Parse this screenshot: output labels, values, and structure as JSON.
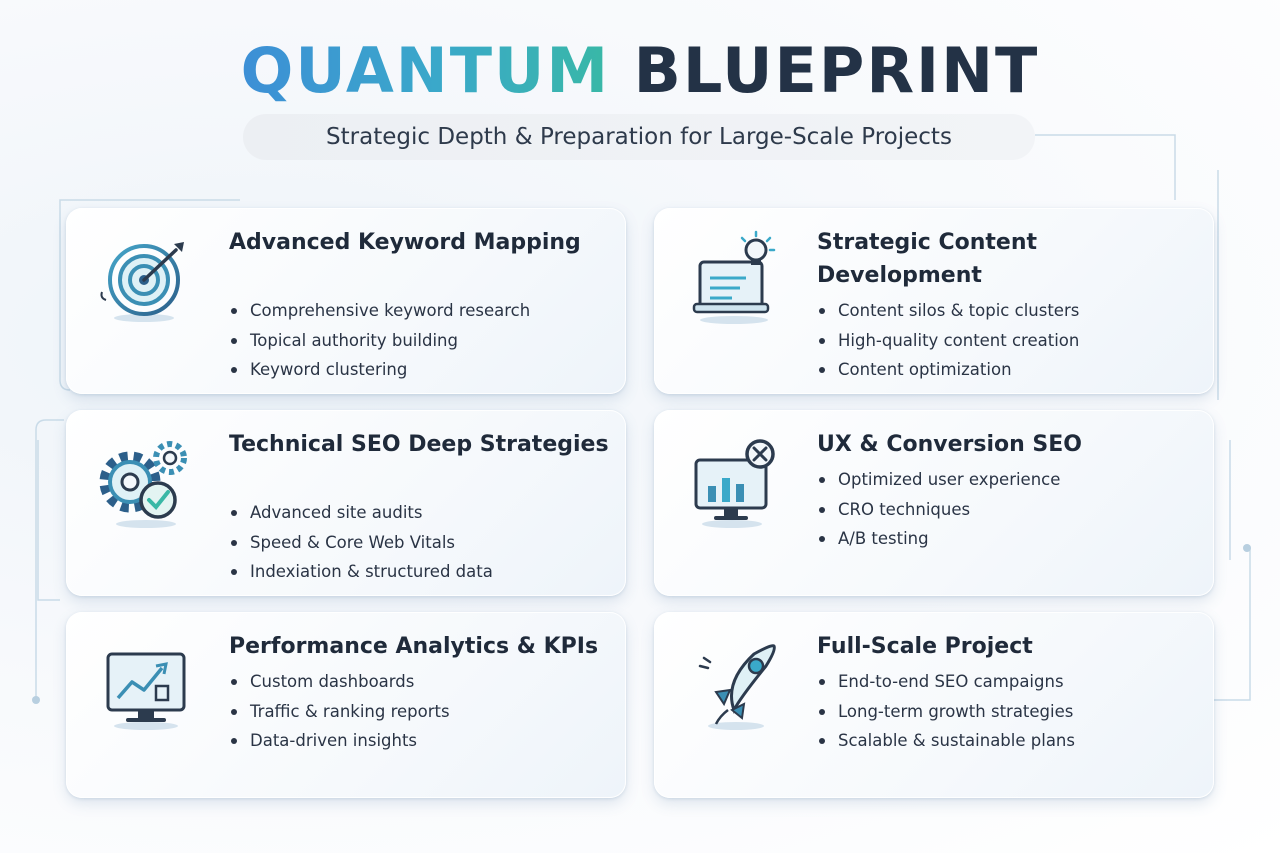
{
  "header": {
    "title_part1": "QUANTUM",
    "title_part2": "BLUEPRINT",
    "subtitle": "Strategic Depth & Preparation for Large-Scale Projects"
  },
  "colors": {
    "accent_blue": "#3d8fd6",
    "accent_teal": "#39b8a6",
    "text_dark": "#233246"
  },
  "cards": [
    {
      "icon": "target-icon",
      "title": "Advanced Keyword Mapping",
      "items": [
        "Comprehensive keyword research",
        "Topical authority building",
        "Keyword clustering"
      ]
    },
    {
      "icon": "content-lightbulb-icon",
      "title": "Strategic Content Development",
      "items": [
        "Content silos & topic clusters",
        "High-quality content creation",
        "Content optimization"
      ]
    },
    {
      "icon": "gears-icon",
      "title": "Technical SEO Deep Strategies",
      "items": [
        "Advanced site audits",
        "Speed & Core Web Vitals",
        "Indexiation & structured data"
      ]
    },
    {
      "icon": "monitor-chart-icon",
      "title": "UX & Conversion SEO",
      "items": [
        "Optimized user experience",
        "CRO techniques",
        "A/B testing"
      ]
    },
    {
      "icon": "analytics-monitor-icon",
      "title": "Performance Analytics & KPIs",
      "items": [
        "Custom dashboards",
        "Traffic & ranking reports",
        "Data-driven insights"
      ]
    },
    {
      "icon": "rocket-icon",
      "title": "Full-Scale Project",
      "items": [
        "End-to-end SEO campaigns",
        "Long-term growth strategies",
        "Scalable & sustainable plans"
      ]
    }
  ]
}
